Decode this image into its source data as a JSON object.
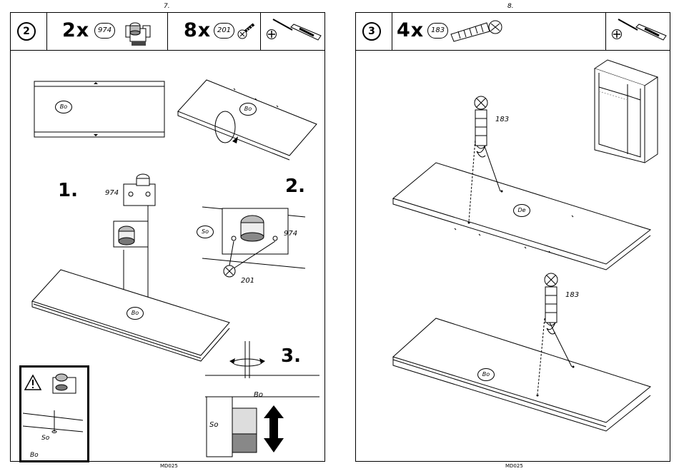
{
  "left_page": {
    "page_number": "7.",
    "step_number": "2",
    "parts": [
      {
        "qty": "2x",
        "part": "974"
      },
      {
        "qty": "8x",
        "part": "201"
      }
    ],
    "sub_steps": [
      "1.",
      "2.",
      "3."
    ],
    "part_labels": {
      "clip": "974",
      "screw": "201",
      "clip_detail": "974",
      "screw_detail": "201"
    },
    "panel_labels": {
      "top_flat": "Bo",
      "top_rotate": "Bo",
      "main": "Bo",
      "so": "So",
      "step3_bo": "Bo",
      "step3_so": "So",
      "warn_so": "So",
      "warn_bo": "Bo"
    },
    "footer_code": "MD025"
  },
  "right_page": {
    "page_number": "8.",
    "step_number": "3",
    "parts": [
      {
        "qty": "4x",
        "part": "183"
      }
    ],
    "part_labels": {
      "dowel_top": "183",
      "dowel_bottom": "183"
    },
    "panel_labels": {
      "upper": "De",
      "lower": "Bo"
    },
    "footer_code": "MD025"
  },
  "icons": {
    "tool": "screwdriver-icon",
    "phillips": "phillips-head-icon",
    "warning": "warning-icon",
    "rotate": "rotate-arrow-icon"
  }
}
